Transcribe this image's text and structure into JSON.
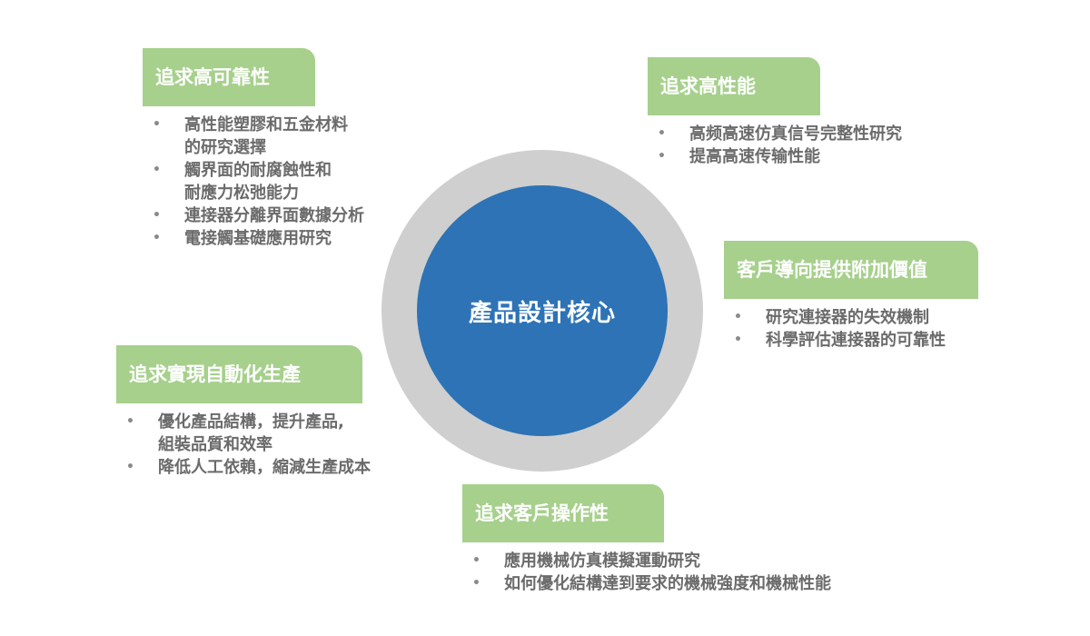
{
  "core": {
    "label": "產品設計核心"
  },
  "topics": [
    {
      "title": "追求高可靠性",
      "items": [
        "高性能塑膠和五金材料\n的研究選擇",
        "觸界面的耐腐蝕性和\n耐應力松弛能力",
        "連接器分離界面數據分析",
        "電接觸基礎應用研究"
      ]
    },
    {
      "title": "追求高性能",
      "items": [
        "高频高速仿真信号完整性研究",
        "提高高速传输性能"
      ]
    },
    {
      "title": "客戶導向提供附加價值",
      "items": [
        "研究連接器的失效機制",
        "科學評估連接器的可靠性"
      ]
    },
    {
      "title": "追求實現自動化生產",
      "items": [
        "優化產品結構，提升產品,\n組裝品質和效率",
        "降低人工依賴，縮減生產成本"
      ]
    },
    {
      "title": "追求客戶操作性",
      "items": [
        "應用機械仿真模擬運動研究",
        "如何優化結構達到要求的機械強度和機械性能"
      ]
    }
  ],
  "colors": {
    "tab_green": "#a6d08c",
    "core_blue": "#2d73b6",
    "ring_gray": "#cfcfcf",
    "bullet_text": "#6b6b6b"
  }
}
